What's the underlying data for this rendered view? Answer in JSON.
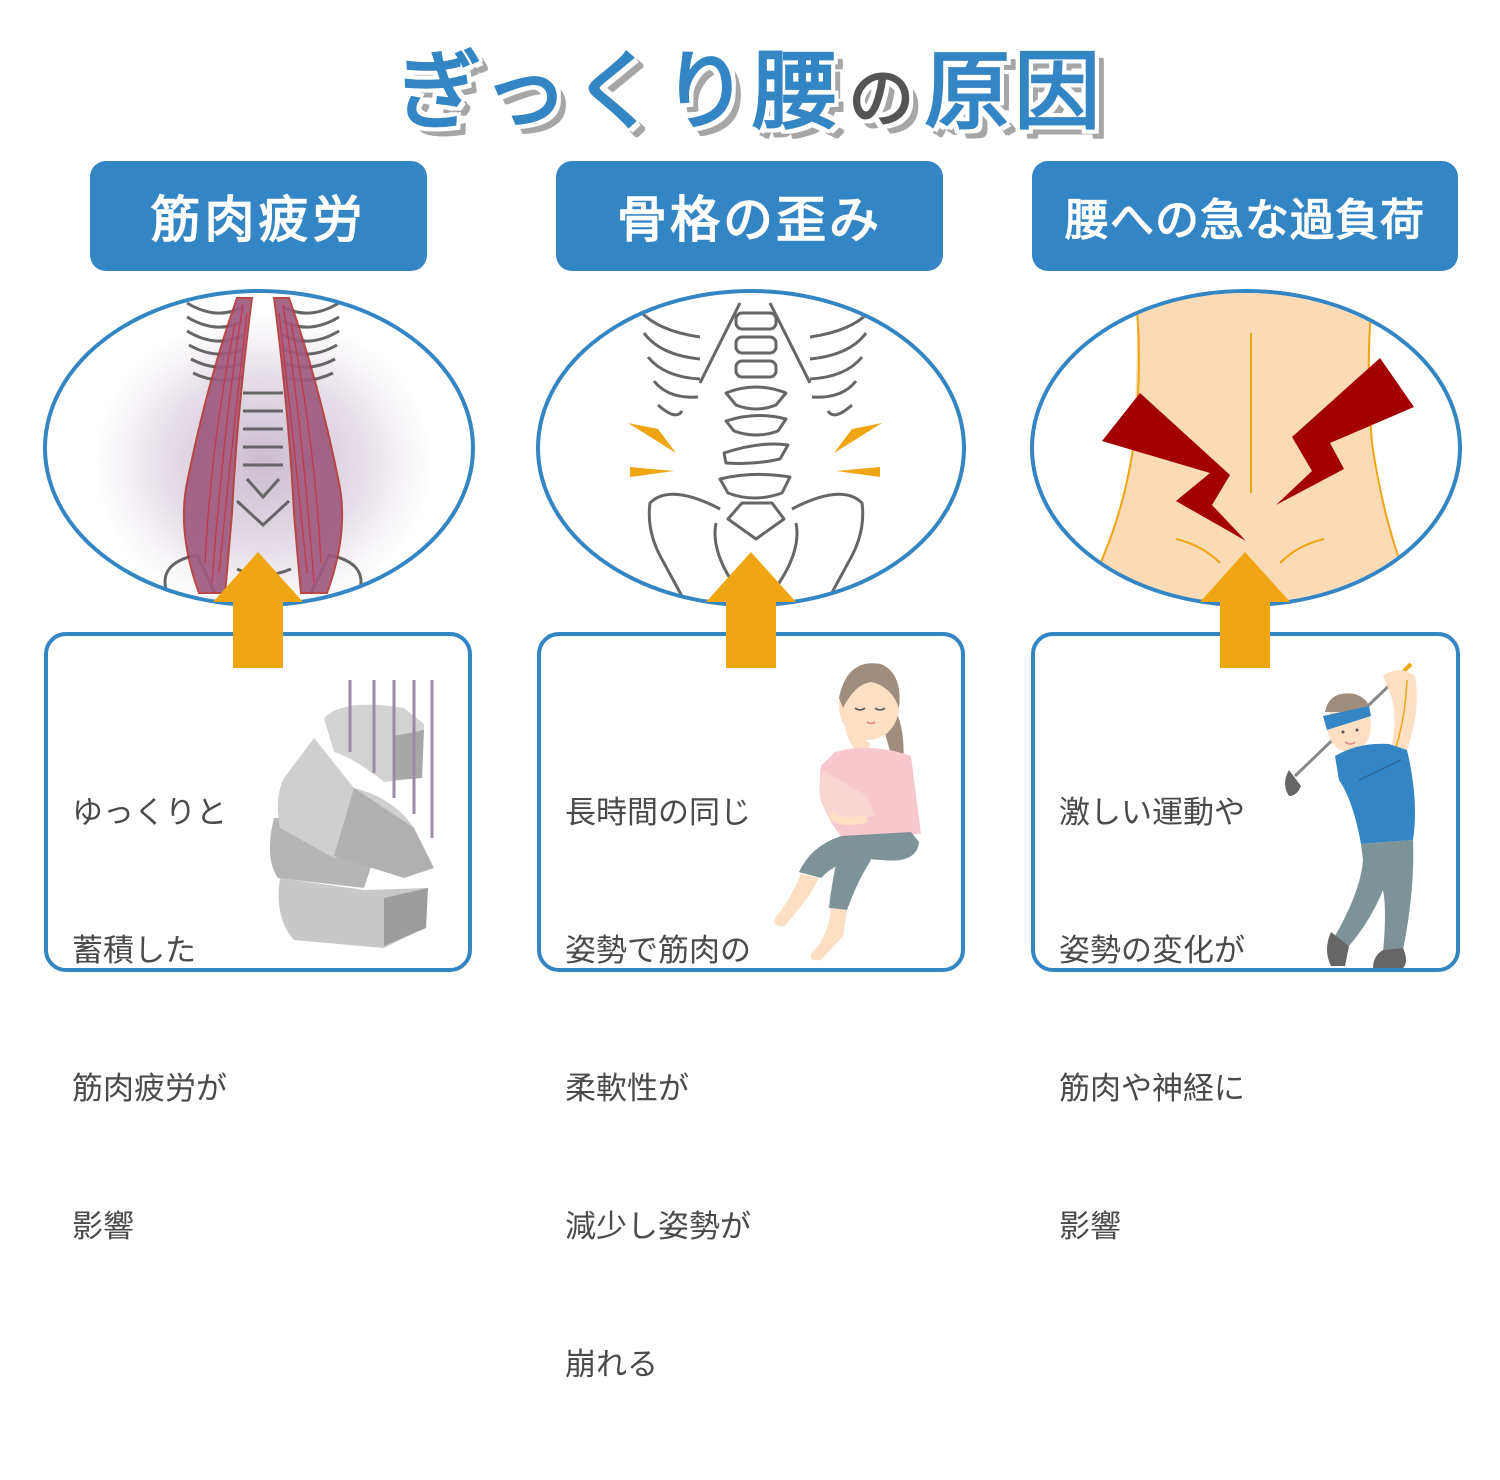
{
  "title": {
    "part1": "ぎっくり腰",
    "particle": "の",
    "part2": "原因"
  },
  "colors": {
    "primary_blue": "#3485c3",
    "arrow_orange": "#f0a612",
    "pain_red": "#a30000",
    "skin": "#fadbb5",
    "text_gray": "#4a4a4a",
    "bone_gray": "#666666",
    "muscle": "#a8587c"
  },
  "causes": [
    {
      "header": "筋肉疲労",
      "illustration": "psoas-muscles-over-spine",
      "description_lines": [
        "ゆっくりと",
        "蓄積した",
        "筋肉疲労が",
        "影響"
      ],
      "figure": "heavy-stacked-rocks"
    },
    {
      "header": "骨格の歪み",
      "illustration": "misaligned-lumbar-spine",
      "description_lines": [
        "長時間の同じ",
        "姿勢で筋肉の",
        "柔軟性が",
        "減少し姿勢が",
        "崩れる"
      ],
      "figure": "sitting-woman"
    },
    {
      "header": "腰への急な過負荷",
      "illustration": "lower-back-pain-lightning",
      "description_lines": [
        "激しい運動や",
        "姿勢の変化が",
        "筋肉や神経に",
        "影響"
      ],
      "figure": "golfer-swinging"
    }
  ]
}
